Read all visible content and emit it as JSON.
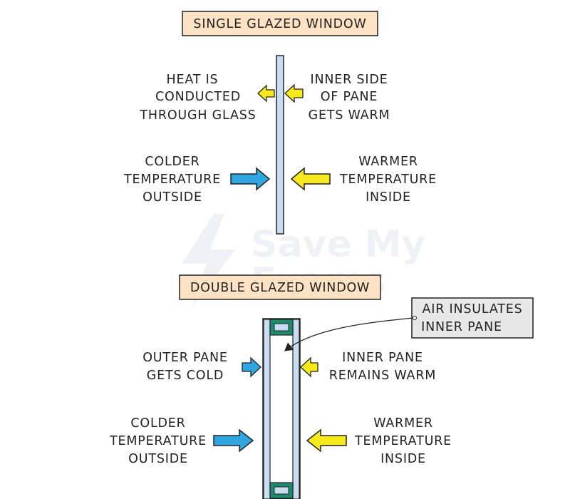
{
  "single": {
    "title": "SINGLE GLAZED WINDOW",
    "heat_conducted": [
      "HEAT  IS",
      "CONDUCTED",
      "THROUGH GLASS"
    ],
    "inner_side": [
      "INNER SIDE",
      "OF PANE",
      "GETS WARM"
    ],
    "colder": [
      "COLDER",
      "TEMPERATURE",
      "OUTSIDE"
    ],
    "warmer": [
      "WARMER",
      "TEMPERATURE",
      "INSIDE"
    ]
  },
  "double": {
    "title": "DOUBLE GLAZED WINDOW",
    "callout": [
      "AIR INSULATES",
      "INNER  PANE"
    ],
    "outer_pane": [
      "OUTER PANE",
      "GETS COLD"
    ],
    "inner_pane": [
      "INNER PANE",
      "REMAINS WARM"
    ],
    "colder": [
      "COLDER",
      "TEMPERATURE",
      "OUTSIDE"
    ],
    "warmer": [
      "WARMER",
      "TEMPERATURE",
      "INSIDE"
    ]
  },
  "watermark": [
    "Save My",
    "Exams"
  ],
  "colors": {
    "title_fill": "#fde3c4",
    "glass_fill": "#c9ddf2",
    "cold_arrow": "#2fa6e0",
    "warm_arrow": "#f6ea1c",
    "spacer_fill": "#1e8a6e",
    "callout_fill": "#e8e8e8"
  }
}
